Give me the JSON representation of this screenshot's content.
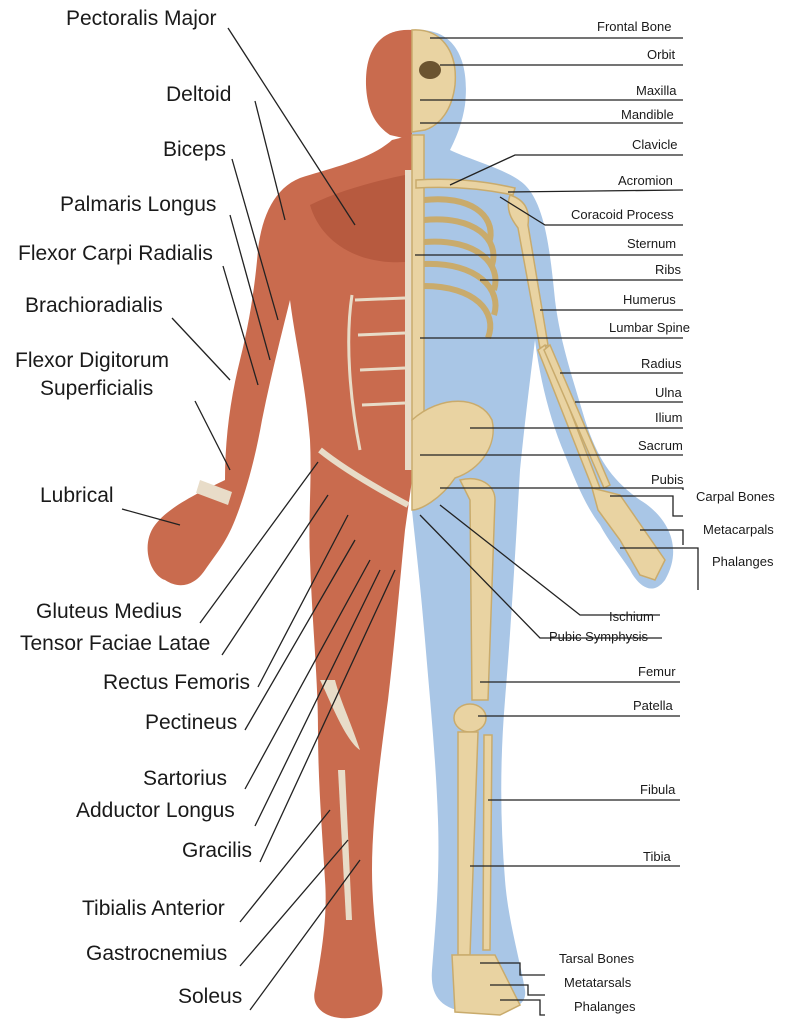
{
  "colors": {
    "background": "#ffffff",
    "muscle": "#c96b4e",
    "muscle_dark": "#a9503a",
    "tendon": "#e8dcc8",
    "bone": "#e9d3a2",
    "bone_shade": "#c9ab6c",
    "silhouette": "#a9c6e6",
    "leader": "#222222"
  },
  "muscle_labels": [
    "Pectoralis Major",
    "Deltoid",
    "Biceps",
    "Palmaris Longus",
    "Flexor Carpi Radialis",
    "Brachioradialis",
    "Flexor Digitorum",
    "Superficialis",
    "Lubrical",
    "Gluteus Medius",
    "Tensor Faciae Latae",
    "Rectus Femoris",
    "Pectineus",
    "Sartorius",
    "Adductor Longus",
    "Gracilis",
    "Tibialis Anterior",
    "Gastrocnemius",
    "Soleus"
  ],
  "bone_labels": [
    "Frontal Bone",
    "Orbit",
    "Maxilla",
    "Mandible",
    "Clavicle",
    "Acromion",
    "Coracoid Process",
    "Sternum",
    "Ribs",
    "Humerus",
    "Lumbar Spine",
    "Radius",
    "Ulna",
    "Ilium",
    "Sacrum",
    "Pubis",
    "Carpal Bones",
    "Metacarpals",
    "Phalanges",
    "Ischium",
    "Pubic Symphysis",
    "Femur",
    "Patella",
    "Fibula",
    "Tibia",
    "Tarsal Bones",
    "Metatarsals",
    "Phalanges"
  ]
}
